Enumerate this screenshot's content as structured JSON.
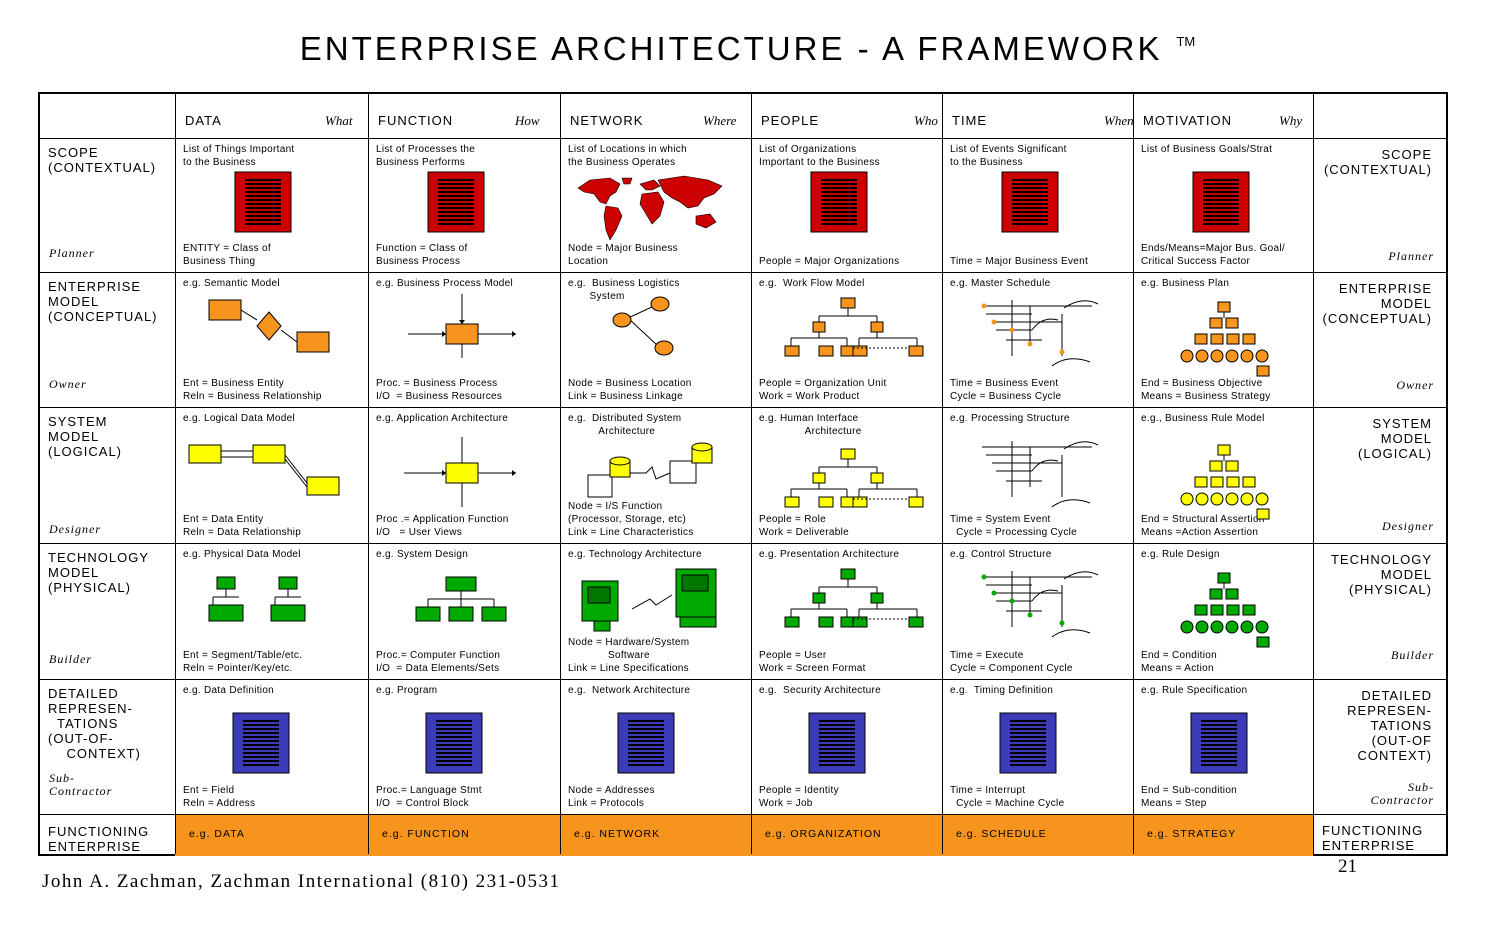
{
  "title": "ENTERPRISE ARCHITECTURE - A FRAMEWORK",
  "trademark": "TM",
  "columns": [
    {
      "name": "DATA",
      "q": "What"
    },
    {
      "name": "FUNCTION",
      "q": "How"
    },
    {
      "name": "NETWORK",
      "q": "Where"
    },
    {
      "name": "PEOPLE",
      "q": "Who"
    },
    {
      "name": "TIME",
      "q": "When"
    },
    {
      "name": "MOTIVATION",
      "q": "Why"
    }
  ],
  "rows": [
    {
      "label": "SCOPE\n(CONTEXTUAL)",
      "label_right": "SCOPE\n(CONTEXTUAL)",
      "role": "Planner",
      "role_right": "Planner"
    },
    {
      "label": "ENTERPRISE\nMODEL\n(CONCEPTUAL)",
      "label_right": "ENTERPRISE\nMODEL\n(CONCEPTUAL)",
      "role": "Owner",
      "role_right": "Owner"
    },
    {
      "label": "SYSTEM\nMODEL\n(LOGICAL)",
      "label_right": "SYSTEM\nMODEL\n(LOGICAL)",
      "role": "Designer",
      "role_right": "Designer"
    },
    {
      "label": "TECHNOLOGY\nMODEL\n(PHYSICAL)",
      "label_right": "TECHNOLOGY\nMODEL\n(PHYSICAL)",
      "role": "Builder",
      "role_right": "Builder"
    },
    {
      "label": "DETAILED\nREPRESEN-\n  TATIONS\n(OUT-OF-\n    CONTEXT)",
      "label_right": "DETAILED\nREPRESEN-\nTATIONS\n(OUT-OF\nCONTEXT)",
      "role": "Sub-\nContractor",
      "role_right": "Sub-\nContractor"
    },
    {
      "label": "FUNCTIONING\nENTERPRISE",
      "label_right": "FUNCTIONING\nENTERPRISE"
    }
  ],
  "cells": [
    [
      {
        "top": "List of Things Important\nto the Business",
        "bottom": "ENTITY = Class of\nBusiness Thing"
      },
      {
        "top": "List of Processes the\nBusiness Performs",
        "bottom": "Function = Class of\nBusiness Process"
      },
      {
        "top": "List of Locations in which\nthe Business Operates",
        "bottom": "Node = Major Business\nLocation"
      },
      {
        "top": "List of Organizations\nImportant to the Business",
        "bottom": "People = Major Organizations"
      },
      {
        "top": "List of Events Significant\nto the Business",
        "bottom": "Time = Major Business Event"
      },
      {
        "top": "List of Business Goals/Strat",
        "bottom": "Ends/Means=Major Bus. Goal/\nCritical Success Factor"
      }
    ],
    [
      {
        "top": "e.g. Semantic Model",
        "bottom": "Ent = Business Entity\nReln = Business Relationship"
      },
      {
        "top": "e.g. Business Process Model",
        "bottom": "Proc. = Business Process\nI/O  = Business Resources"
      },
      {
        "top": "e.g.  Business Logistics\n       System",
        "bottom": "Node = Business Location\nLink = Business Linkage"
      },
      {
        "top": "e.g.  Work Flow Model",
        "bottom": "People = Organization Unit\nWork = Work Product"
      },
      {
        "top": "e.g. Master Schedule",
        "bottom": "Time = Business Event\nCycle = Business Cycle"
      },
      {
        "top": "e.g. Business Plan",
        "bottom": "End = Business Objective\nMeans = Business Strategy"
      }
    ],
    [
      {
        "top": "e.g. Logical Data Model",
        "bottom": "Ent = Data Entity\nReln = Data Relationship"
      },
      {
        "top": "e.g. Application Architecture",
        "bottom": "Proc .= Application Function\nI/O   = User Views"
      },
      {
        "top": "e.g.  Distributed System\n          Architecture",
        "bottom": "Node = I/S Function\n(Processor, Storage, etc)\nLink = Line Characteristics"
      },
      {
        "top": "e.g. Human Interface\n               Architecture",
        "bottom": "People = Role\nWork = Deliverable"
      },
      {
        "top": "e.g. Processing Structure",
        "bottom": "Time = System Event\n  Cycle = Processing Cycle"
      },
      {
        "top": "e.g., Business Rule Model",
        "bottom": "End = Structural Assertion\nMeans =Action Assertion"
      }
    ],
    [
      {
        "top": "e.g. Physical Data Model",
        "bottom": "Ent = Segment/Table/etc.\nReln = Pointer/Key/etc."
      },
      {
        "top": "e.g. System Design",
        "bottom": "Proc.= Computer Function\nI/O  = Data Elements/Sets"
      },
      {
        "top": "e.g. Technology Architecture",
        "bottom": "Node = Hardware/System\n             Software\nLink = Line Specifications"
      },
      {
        "top": "e.g. Presentation Architecture",
        "bottom": "People = User\nWork = Screen Format"
      },
      {
        "top": "e.g. Control Structure",
        "bottom": "Time = Execute\nCycle = Component Cycle"
      },
      {
        "top": "e.g. Rule Design",
        "bottom": "End = Condition\nMeans = Action"
      }
    ],
    [
      {
        "top": "e.g. Data Definition",
        "bottom": "Ent = Field\nReln = Address"
      },
      {
        "top": "e.g. Program",
        "bottom": "Proc.= Language Stmt\nI/O  = Control Block"
      },
      {
        "top": "e.g.  Network Architecture",
        "bottom": "Node = Addresses\nLink = Protocols"
      },
      {
        "top": "e.g.  Security Architecture",
        "bottom": "People = Identity\nWork = Job"
      },
      {
        "top": "e.g.  Timing Definition",
        "bottom": "Time = Interrupt\n  Cycle = Machine Cycle"
      },
      {
        "top": "e.g. Rule Specification",
        "bottom": "End = Sub-condition\nMeans = Step"
      }
    ]
  ],
  "functioning": [
    "e.g. DATA",
    "e.g. FUNCTION",
    "e.g. NETWORK",
    "e.g. ORGANIZATION",
    "e.g. SCHEDULE",
    "e.g. STRATEGY"
  ],
  "footer": "John A. Zachman, Zachman International (810) 231-0531",
  "page_number": "21",
  "colors": {
    "scope_doc": "#cc0000",
    "detail_doc": "#3b3bb8",
    "conceptual": "#f7941d",
    "logical": "#ffff00",
    "physical": "#00aa00",
    "functioning_band": "#f7941d"
  },
  "icons": [
    "document-icon",
    "world-map-icon",
    "entity-relation-icon",
    "process-icon",
    "logistics-icon",
    "org-chart-icon",
    "schedule-icon",
    "hierarchy-icon",
    "distributed-system-icon",
    "hardware-icon"
  ]
}
